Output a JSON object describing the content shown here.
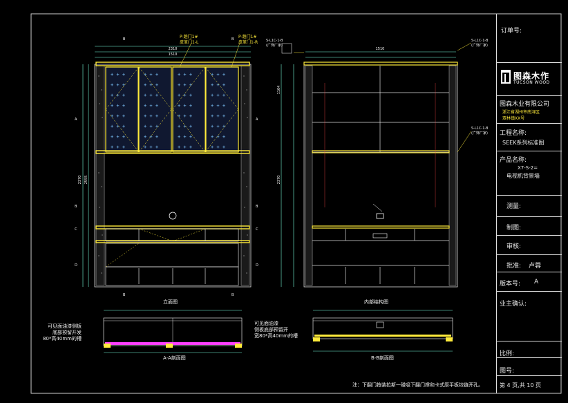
{
  "views": {
    "elevation_title": "立面图",
    "internal_title": "内部结构图",
    "section_a_title": "A-A剖面图",
    "section_b_title": "B-B剖面图"
  },
  "callouts": {
    "door_left": [
      "P-趟门1#",
      "皮革门1-L"
    ],
    "door_right": [
      "P-趟门1#",
      "皮革门1-R"
    ],
    "top_right_a": [
      "S-L1C-1-B",
      "(广饰厂家)"
    ],
    "top_right_b": [
      "S-L1C-1-B",
      "(广饰厂家)"
    ],
    "top_center": [
      "S-L1C-1-B",
      "(广饰厂家)"
    ],
    "section_left": [
      "可见面油漆侧板",
      "底部预留开发",
      "80*高40mm的槽"
    ],
    "section_mid": [
      "可见面油漆",
      "侧板底部预留开",
      "宽80*高40mm的槽"
    ]
  },
  "dimensions": {
    "elev_total_width": "1510",
    "elev_inner_width": "2310",
    "elev_height": "2370",
    "elev_height2": "2555",
    "int_total_width": "1510",
    "int_height": "2370",
    "int_top": "1104"
  },
  "section_marks": [
    "A",
    "B",
    "C",
    "D"
  ],
  "footer_note": "注：下翻门按装拉斯一碰吸下翻门撑和卡式原平板铰链开孔。",
  "title_block": {
    "order_no_label": "订单号:",
    "logo_cn": "图森木作",
    "logo_en": "TUCSON WOOD",
    "company": "图森木业有限公司",
    "address": [
      "浙江省湖州市南浔区",
      "双林镇XX号"
    ],
    "project_label": "工程名称:",
    "project_value": "SEEK系列标准图",
    "product_label": "产品名称:",
    "product_code": "X7-S-2=",
    "product_value": "电视机背景墙",
    "measure_label": "测量:",
    "draw_label": "制图:",
    "check_label": "审核:",
    "approve_label": "批准:",
    "approve_value": "卢蓉",
    "version_label": "版本号:",
    "version_value": "A",
    "owner_label": "业主确认:",
    "scale_label": "比例:",
    "drawing_no_label": "图号:",
    "page_label": "第 4 页,共 10 页"
  }
}
